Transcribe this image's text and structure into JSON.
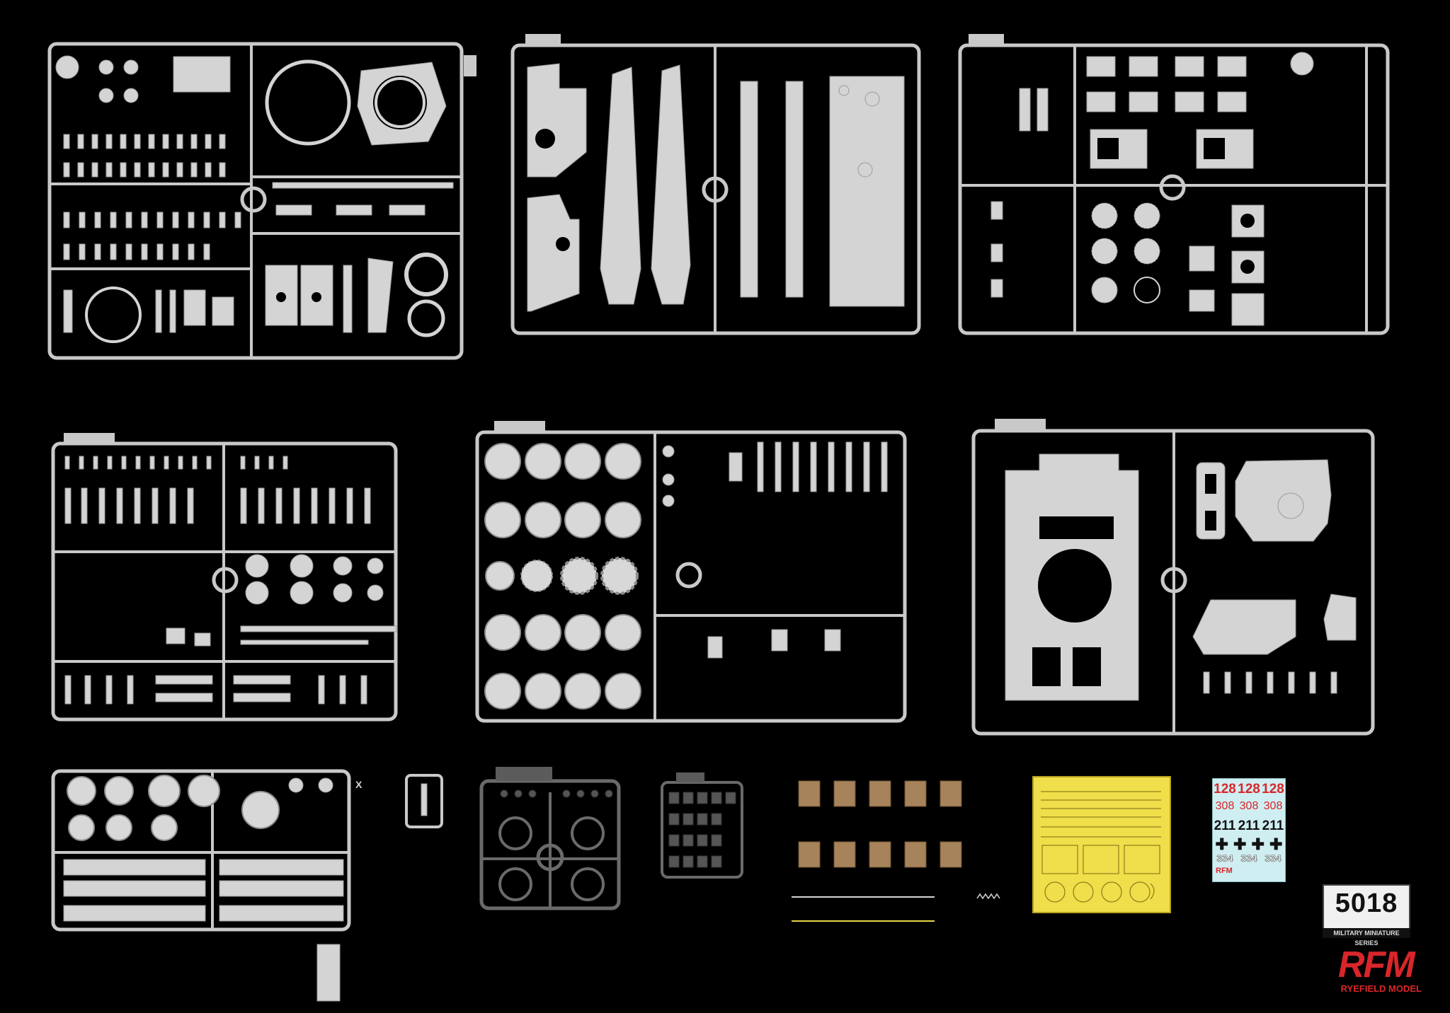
{
  "product": {
    "kit_number": "5018",
    "series": "MILITARY MINIATURE SERIES",
    "brand_logo": "RFM",
    "brand_name": "RYEFIELD MODEL"
  },
  "sprue_markers": {
    "x_label": "X"
  },
  "decals": {
    "row1": [
      "128",
      "128",
      "128"
    ],
    "row2": [
      "308",
      "308",
      "308"
    ],
    "row3": [
      "211",
      "211",
      "211"
    ],
    "row4": [
      "334",
      "334",
      "334"
    ],
    "logo": "RFM"
  },
  "colors": {
    "background": "#000000",
    "sprue_gray": "#c9c9c9",
    "photo_etch": "#f0de4a",
    "decal_paper": "#cfeef2",
    "brand_red": "#d8262a",
    "decal_red": "#d8262a",
    "decal_black": "#111111",
    "decal_white": "#ffffff"
  }
}
